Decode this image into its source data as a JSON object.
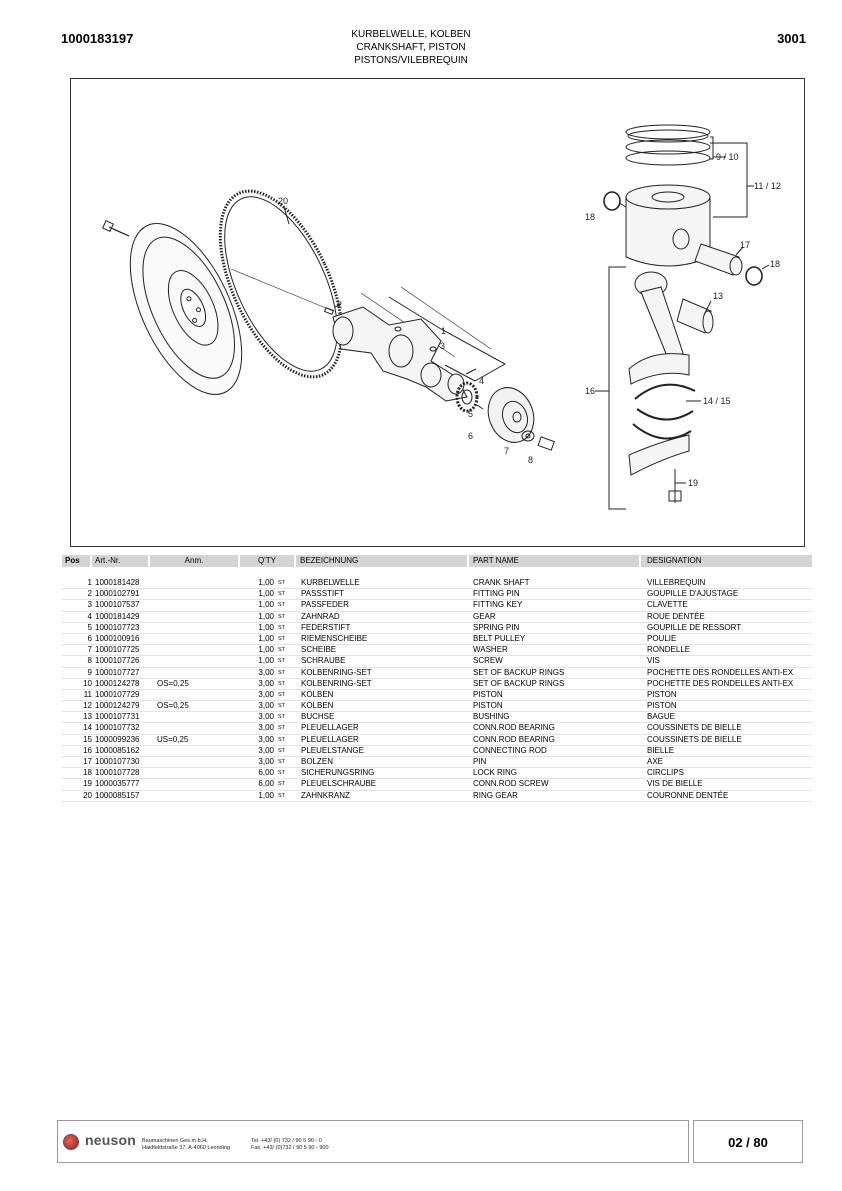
{
  "header": {
    "doc_number": "1000183197",
    "title_de": "KURBELWELLE, KOLBEN",
    "title_en": "CRANKSHAFT, PISTON",
    "title_fr": "PISTONS/VILEBREQUIN",
    "page_code": "3001"
  },
  "drawing": {
    "callouts": [
      "20",
      "2",
      "1",
      "3",
      "4",
      "5",
      "6",
      "7",
      "8",
      "9 / 10",
      "11 / 12",
      "18",
      "17",
      "18",
      "13",
      "16",
      "14 / 15",
      "19"
    ]
  },
  "table": {
    "headers": {
      "pos": "Pos",
      "art": "Art.-Nr.",
      "anm": "Anm.",
      "qty": "Q'TY",
      "bez": "BEZEICHNUNG",
      "part": "PART NAME",
      "des": "DESIGNATION"
    },
    "rows": [
      {
        "pos": "1",
        "art": "1000181428",
        "anm": "",
        "qty": "1,00",
        "unit": "ST",
        "bez": "KURBELWELLE",
        "part": "CRANK SHAFT",
        "des": "VILLEBREQUIN"
      },
      {
        "pos": "2",
        "art": "1000102791",
        "anm": "",
        "qty": "1,00",
        "unit": "ST",
        "bez": "PASSSTIFT",
        "part": "FITTING PIN",
        "des": "GOUPILLE D'AJUSTAGE"
      },
      {
        "pos": "3",
        "art": "1000107537",
        "anm": "",
        "qty": "1,00",
        "unit": "ST",
        "bez": "PASSFEDER",
        "part": "FITTING KEY",
        "des": "CLAVETTE"
      },
      {
        "pos": "4",
        "art": "1000181429",
        "anm": "",
        "qty": "1,00",
        "unit": "ST",
        "bez": "ZAHNRAD",
        "part": "GEAR",
        "des": "ROUE DENTÉE"
      },
      {
        "pos": "5",
        "art": "1000107723",
        "anm": "",
        "qty": "1,00",
        "unit": "ST",
        "bez": "FEDERSTIFT",
        "part": "SPRING PIN",
        "des": "GOUPILLE DE RESSORT"
      },
      {
        "pos": "6",
        "art": "1000100916",
        "anm": "",
        "qty": "1,00",
        "unit": "ST",
        "bez": "RIEMENSCHEIBE",
        "part": "BELT PULLEY",
        "des": "POULIE"
      },
      {
        "pos": "7",
        "art": "1000107725",
        "anm": "",
        "qty": "1,00",
        "unit": "ST",
        "bez": "SCHEIBE",
        "part": "WASHER",
        "des": "RONDELLE"
      },
      {
        "pos": "8",
        "art": "1000107726",
        "anm": "",
        "qty": "1,00",
        "unit": "ST",
        "bez": "SCHRAUBE",
        "part": "SCREW",
        "des": "VIS"
      },
      {
        "pos": "9",
        "art": "1000107727",
        "anm": "",
        "qty": "3,00",
        "unit": "ST",
        "bez": "KOLBENRING-SET",
        "part": "SET OF BACKUP RINGS",
        "des": "POCHETTE DES RONDELLES ANTI-EX"
      },
      {
        "pos": "10",
        "art": "1000124278",
        "anm": "OS=0,25",
        "qty": "3,00",
        "unit": "ST",
        "bez": "KOLBENRING-SET",
        "part": "SET OF BACKUP RINGS",
        "des": "POCHETTE DES RONDELLES ANTI-EX"
      },
      {
        "pos": "11",
        "art": "1000107729",
        "anm": "",
        "qty": "3,00",
        "unit": "ST",
        "bez": "KOLBEN",
        "part": "PISTON",
        "des": "PISTON"
      },
      {
        "pos": "12",
        "art": "1000124279",
        "anm": "OS=0,25",
        "qty": "3,00",
        "unit": "ST",
        "bez": "KOLBEN",
        "part": "PISTON",
        "des": "PISTON"
      },
      {
        "pos": "13",
        "art": "1000107731",
        "anm": "",
        "qty": "3,00",
        "unit": "ST",
        "bez": "BUCHSE",
        "part": "BUSHING",
        "des": "BAGUE"
      },
      {
        "pos": "14",
        "art": "1000107732",
        "anm": "",
        "qty": "3,00",
        "unit": "ST",
        "bez": "PLEUELLAGER",
        "part": "CONN.ROD BEARING",
        "des": "COUSSINETS DE BIELLE"
      },
      {
        "pos": "15",
        "art": "1000099236",
        "anm": "US=0,25",
        "qty": "3,00",
        "unit": "ST",
        "bez": "PLEUELLAGER",
        "part": "CONN.ROD BEARING",
        "des": "COUSSINETS DE BIELLE"
      },
      {
        "pos": "16",
        "art": "1000085162",
        "anm": "",
        "qty": "3,00",
        "unit": "ST",
        "bez": "PLEUELSTANGE",
        "part": "CONNECTING ROD",
        "des": "BIELLE"
      },
      {
        "pos": "17",
        "art": "1000107730",
        "anm": "",
        "qty": "3,00",
        "unit": "ST",
        "bez": "BOLZEN",
        "part": "PIN",
        "des": "AXE"
      },
      {
        "pos": "18",
        "art": "1000107728",
        "anm": "",
        "qty": "6,00",
        "unit": "ST",
        "bez": "SICHERUNGSRING",
        "part": "LOCK RING",
        "des": "CIRCLIPS"
      },
      {
        "pos": "19",
        "art": "1000035777",
        "anm": "",
        "qty": "6,00",
        "unit": "ST",
        "bez": "PLEUELSCHRAUBE",
        "part": "CONN.ROD SCREW",
        "des": "VIS DE BIELLE"
      },
      {
        "pos": "20",
        "art": "1000085157",
        "anm": "",
        "qty": "1,00",
        "unit": "ST",
        "bez": "ZAHNKRANZ",
        "part": "RING GEAR",
        "des": "COURONNE DENTÉE"
      }
    ]
  },
  "footer": {
    "brand": "neuson",
    "company": "Baumaschinen Ges.m.b.H.",
    "address": "Haidfeldstraße 37, A-4060 Leonding",
    "tel": "Tel. +43/ (0) 732 / 90 5 90 - 0",
    "fax": "Fax. +43/ (0)732 / 90 5 90 - 900",
    "page": "02 / 80"
  }
}
